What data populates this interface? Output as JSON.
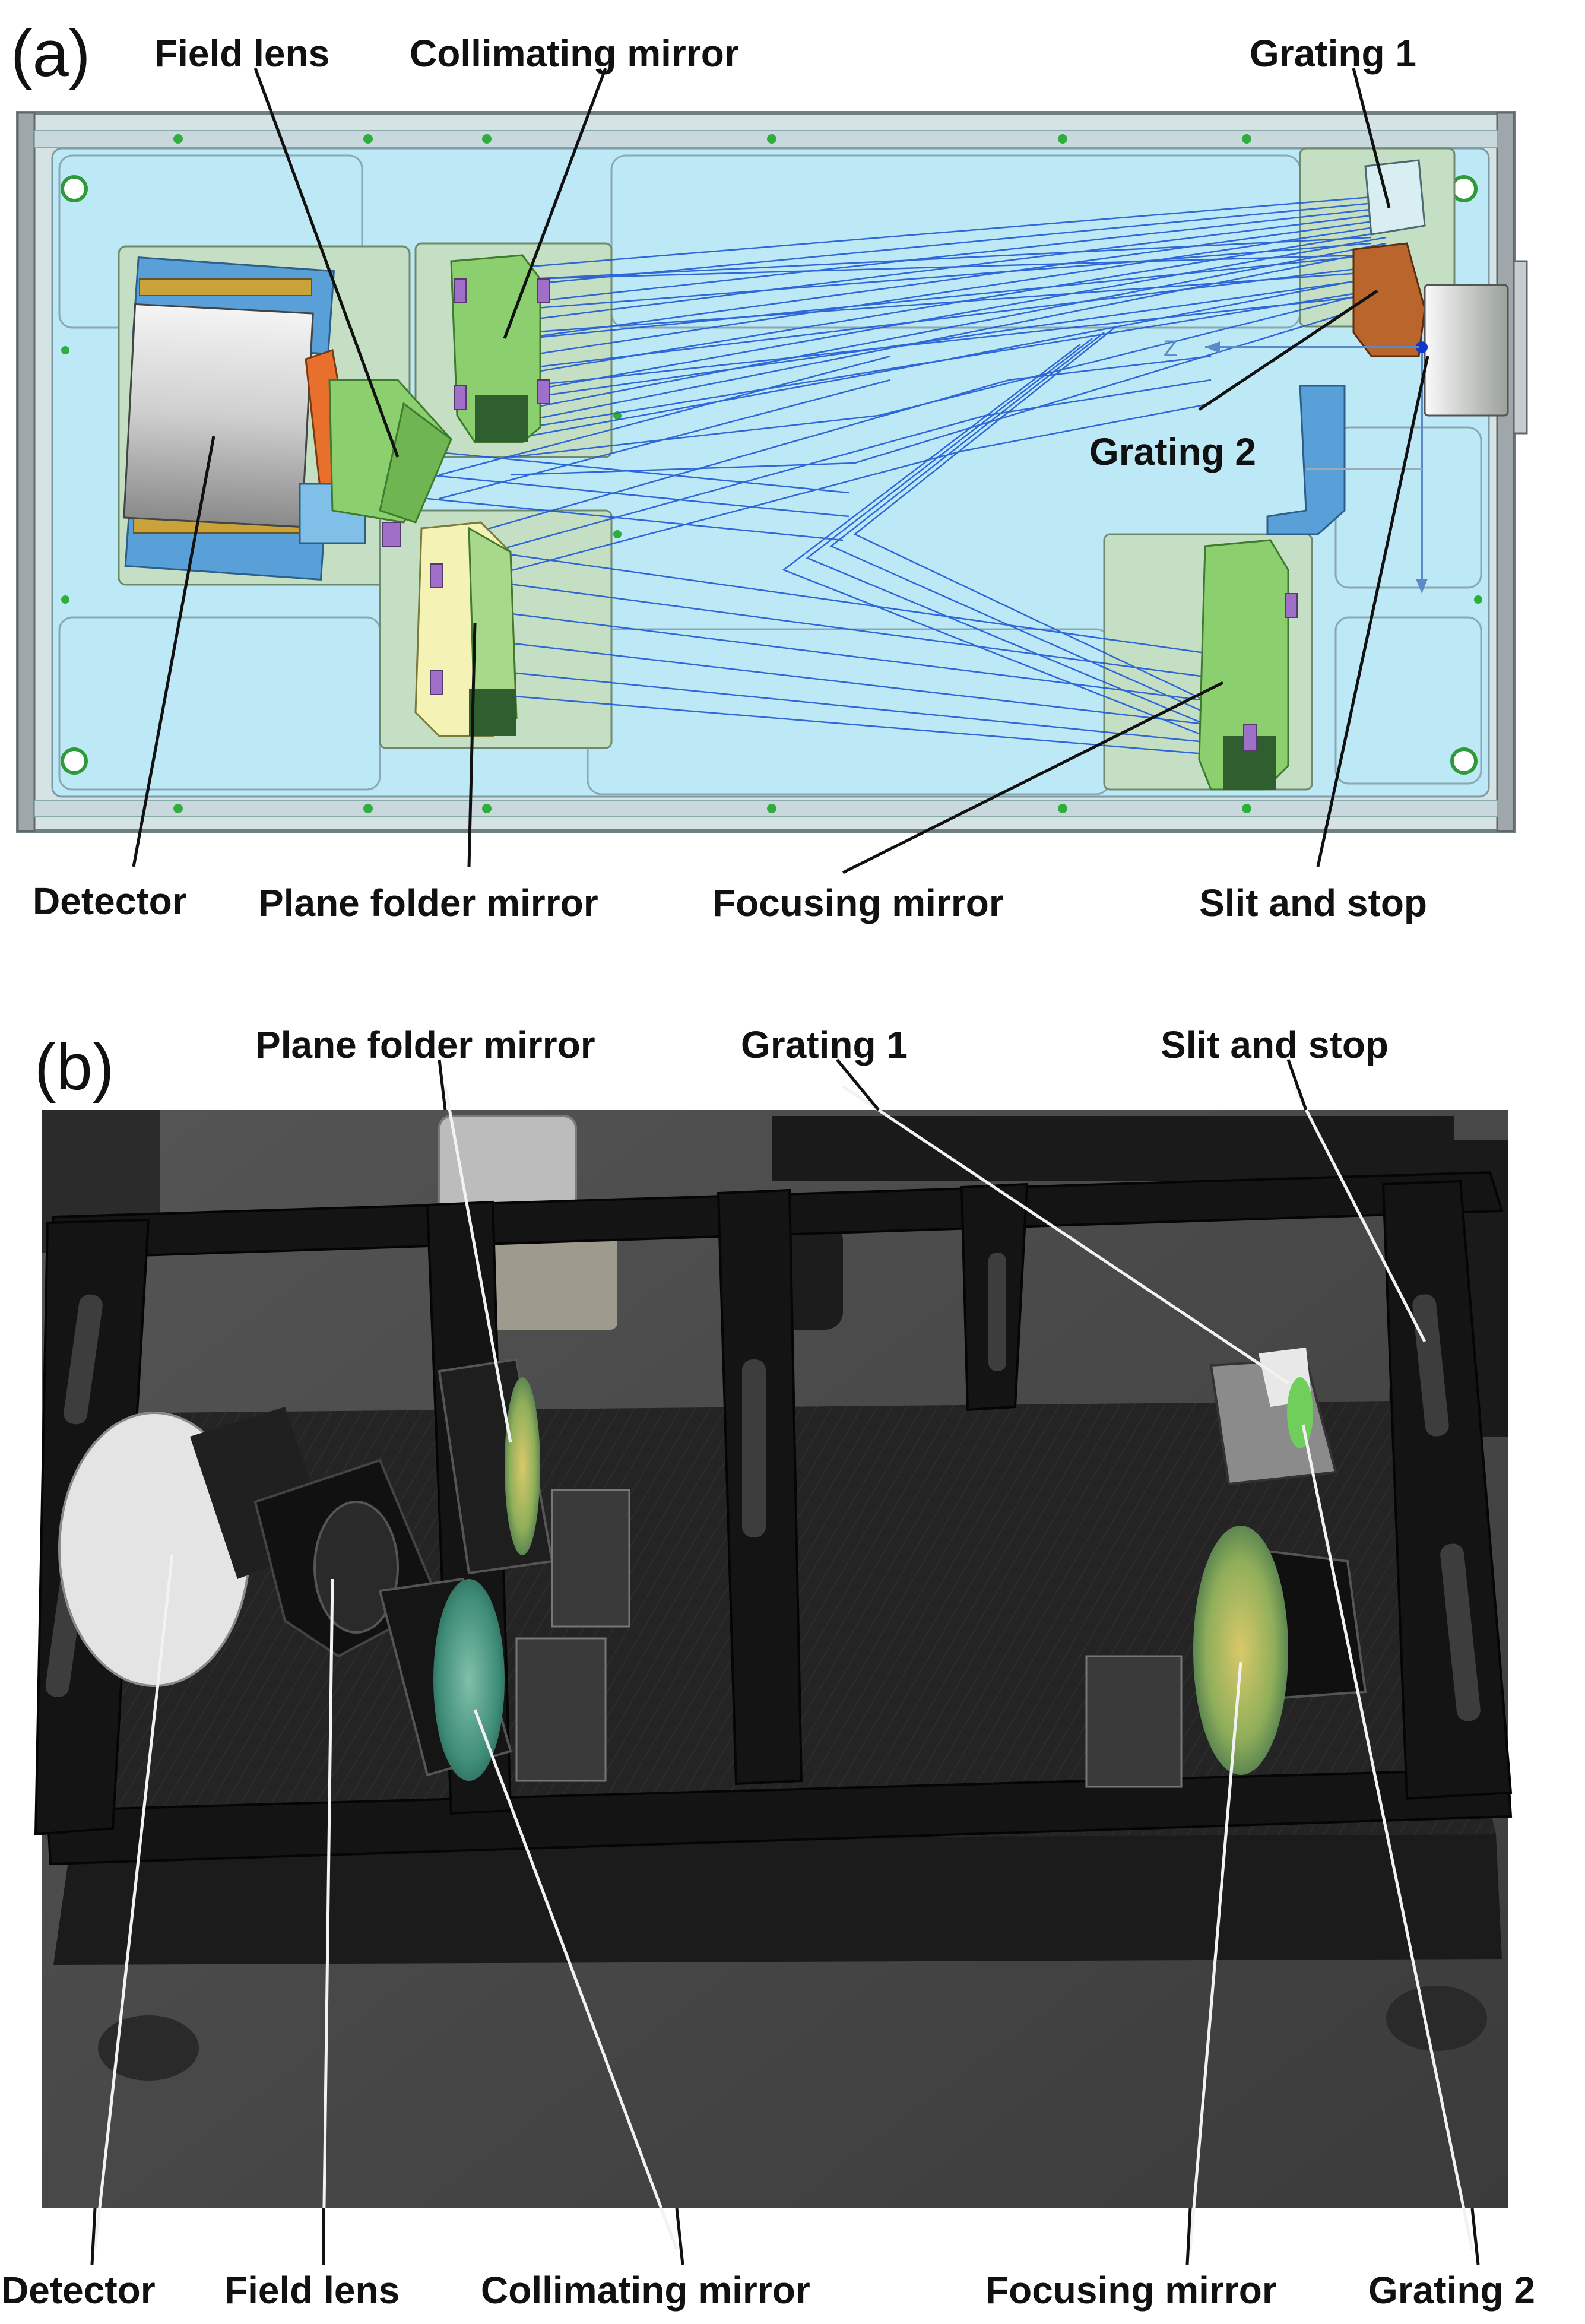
{
  "panel_a": {
    "letter": "(a)",
    "labels": {
      "field_lens": "Field lens",
      "collimating_mirror": "Collimating mirror",
      "grating_1": "Grating 1",
      "grating_2": "Grating 2",
      "detector": "Detector",
      "plane_folder_mirror": "Plane folder mirror",
      "focusing_mirror": "Focusing mirror",
      "slit_and_stop": "Slit and stop"
    },
    "axis_labels": {
      "z": "Z"
    },
    "colors": {
      "plate": "#bde9f6",
      "frame": "#d6e3e5",
      "mount": "#c4dfc4",
      "mirror_green": "#8ccf6e",
      "ray_blue": "#1f5ad8",
      "detector_orange": "#e8702c",
      "grating_brown": "#b9652c",
      "bracket_blue": "#5aa0d8"
    }
  },
  "panel_b": {
    "letter": "(b)",
    "labels": {
      "plane_folder_mirror": "Plane folder mirror",
      "grating_1": "Grating 1",
      "slit_and_stop": "Slit and stop",
      "detector": "Detector",
      "field_lens": "Field lens",
      "collimating_mirror": "Collimating mirror",
      "focusing_mirror": "Focusing mirror",
      "grating_2": "Grating 2"
    },
    "colors": {
      "floor": "#4a4a4a",
      "frame": "#141414",
      "base_plate": "#262626",
      "optic_green": "#4b9a86",
      "leader_white": "#f2f2f2"
    }
  }
}
